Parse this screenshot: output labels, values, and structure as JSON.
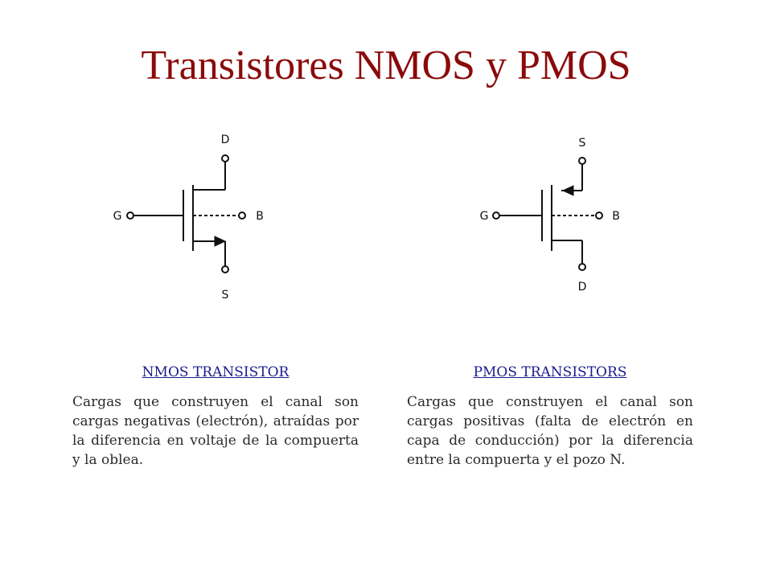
{
  "slide": {
    "title": "Transistores NMOS y PMOS",
    "title_color": "#8b0a0a"
  },
  "diagrams": {
    "nmos": {
      "terminals": {
        "drain": "D",
        "gate": "G",
        "body": "B",
        "source": "S"
      }
    },
    "pmos": {
      "terminals": {
        "source": "S",
        "gate": "G",
        "body": "B",
        "drain": "D"
      }
    }
  },
  "columns": [
    {
      "heading": "NMOS TRANSISTOR",
      "text": "Cargas que construyen el canal son cargas negativas (electrón), atraídas por la diferencia en voltaje de la compuerta y la oblea."
    },
    {
      "heading": "PMOS TRANSISTORS",
      "text": "Cargas que construyen el canal son cargas positivas (falta de electrón en capa de conducción) por la diferencia entre la compuerta y el pozo N."
    }
  ],
  "colors": {
    "heading": "#1a1a8c",
    "body_text": "#2a2a2a",
    "line": "#111111"
  }
}
